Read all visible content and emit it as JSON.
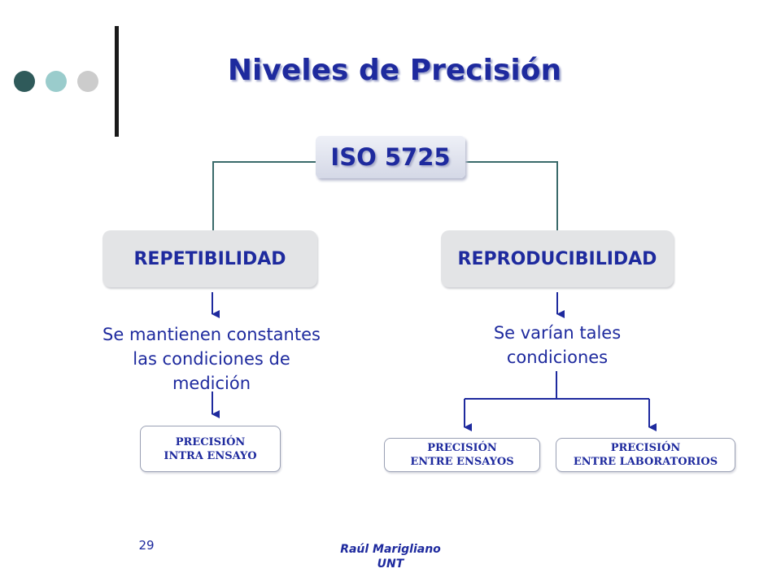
{
  "slide": {
    "title": "Niveles de Precisión",
    "page_number": "29",
    "author_name": "Raúl Marigliano",
    "author_org": "UNT"
  },
  "colors": {
    "dot_dark": "#2f5a5a",
    "dot_teal": "#9acccc",
    "dot_gray": "#cccccc",
    "text_blue": "#1e2a9e",
    "connector_teal": "#3a6a6a",
    "arrow_blue": "#1e2a9e"
  },
  "diagram": {
    "root": "ISO 5725",
    "left": {
      "label": "REPETIBILIDAD",
      "description_lines": [
        "Se mantienen constantes",
        "las condiciones de",
        "medición"
      ],
      "leaf_lines": [
        "PRECISIÓN",
        "INTRA ENSAYO"
      ]
    },
    "right": {
      "label": "REPRODUCIBILIDAD",
      "description_lines": [
        "Se varían tales",
        "condiciones"
      ],
      "leaf_a_lines": [
        "PRECISIÓN",
        "ENTRE ENSAYOS"
      ],
      "leaf_b_lines": [
        "PRECISIÓN",
        "ENTRE LABORATORIOS"
      ]
    }
  }
}
